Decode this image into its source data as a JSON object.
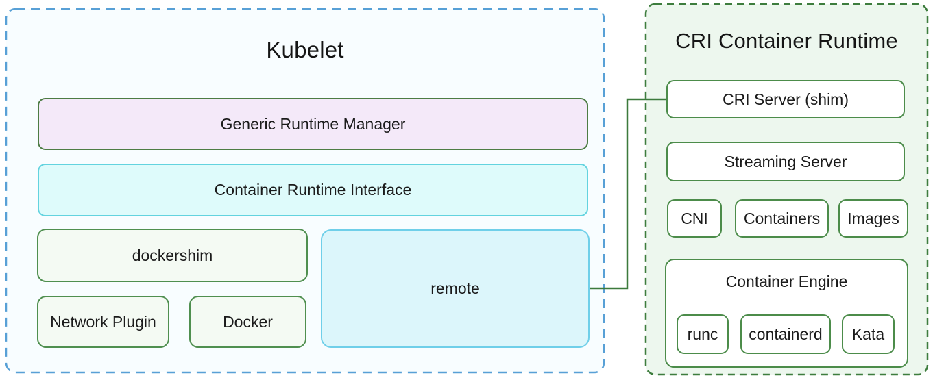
{
  "kubelet": {
    "title": "Kubelet",
    "panel_border_color": "#58a0d6",
    "panel_background": "#f8fdff",
    "boxes": {
      "generic_runtime_manager": {
        "label": "Generic Runtime Manager",
        "fill": "#f4e9f9",
        "border": "#4d7c44"
      },
      "container_runtime_interface": {
        "label": "Container Runtime Interface",
        "fill": "#defbfb",
        "border": "#63d3df"
      },
      "dockershim": {
        "label": "dockershim",
        "fill": "#f4faf3",
        "border": "#4f8f4f"
      },
      "remote": {
        "label": "remote",
        "fill": "#dcf6fb",
        "border": "#6fcfe9"
      },
      "network_plugin": {
        "label": "Network Plugin",
        "fill": "#f4faf3",
        "border": "#4f8f4f"
      },
      "docker": {
        "label": "Docker",
        "fill": "#f4faf3",
        "border": "#4f8f4f"
      }
    }
  },
  "cri_runtime": {
    "title": "CRI Container Runtime",
    "panel_border_color": "#3e7d3e",
    "panel_background": "#edf7ee",
    "box_fill": "#ffffff",
    "box_border": "#4c8c4a",
    "boxes": {
      "cri_server": {
        "label": "CRI Server (shim)"
      },
      "streaming_server": {
        "label": "Streaming Server"
      },
      "cni": {
        "label": "CNI"
      },
      "containers": {
        "label": "Containers"
      },
      "images": {
        "label": "Images"
      },
      "container_engine": {
        "label": "Container Engine"
      },
      "runc": {
        "label": "runc"
      },
      "containerd": {
        "label": "containerd"
      },
      "kata": {
        "label": "Kata"
      }
    }
  },
  "connector": {
    "from": "remote",
    "to": "CRI Server (shim)",
    "color": "#3c7a3c"
  }
}
